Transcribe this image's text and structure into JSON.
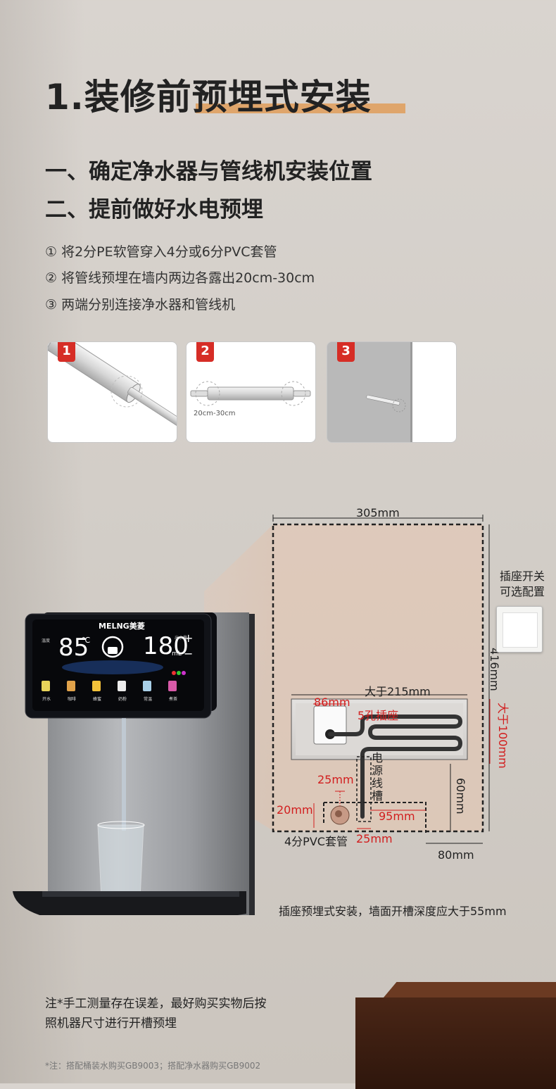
{
  "title": "1.装修前预埋式安装",
  "subtitles": [
    "一、确定净水器与管线机安装位置",
    "二、提前做好水电预埋"
  ],
  "steps": [
    "① 将2分PE软管穿入4分或6分PVC套管",
    "② 将管线预埋在墙内两边各露出20cm-30cm",
    "③ 两端分别连接净水器和管线机"
  ],
  "cards": [
    {
      "num": "1"
    },
    {
      "num": "2",
      "caption": "20cm-30cm"
    },
    {
      "num": "3"
    }
  ],
  "device": {
    "brand": "MELNG美菱",
    "temp": "85",
    "temp_unit": "℃",
    "volume": "180",
    "volume_unit": "mL",
    "plus": "+",
    "minus": "−",
    "left_label": "温度",
    "right_label": "出水量",
    "buttons": [
      "开水",
      "咖啡",
      "蜂蜜",
      "奶粉",
      "常温",
      "煮茶"
    ]
  },
  "diagram": {
    "width": "305mm",
    "height": "416mm",
    "slot_width": "大于215mm",
    "socket_width": "86mm",
    "socket_label": "5孔插座",
    "slot_height": "大于100mm",
    "channel_label": "电源线槽",
    "depth_60": "60mm",
    "d25_top": "25mm",
    "d20": "20mm",
    "d95": "95mm",
    "d25_bottom": "25mm",
    "pvc_label": "4分PVC套管",
    "d80": "80mm"
  },
  "switch_label": "插座开关可选配置",
  "install_note": "插座预埋式安装，墙面开槽深度应大于55mm",
  "note": "注*手工测量存在误差，最好购买实物后按照机器尺寸进行开槽预埋",
  "footnote": "*注：搭配桶装水购买GB9003；搭配净水器购买GB9002",
  "colors": {
    "accent_red": "#d21e1e",
    "badge_red": "#d62d26",
    "underline": "#e0a060"
  }
}
